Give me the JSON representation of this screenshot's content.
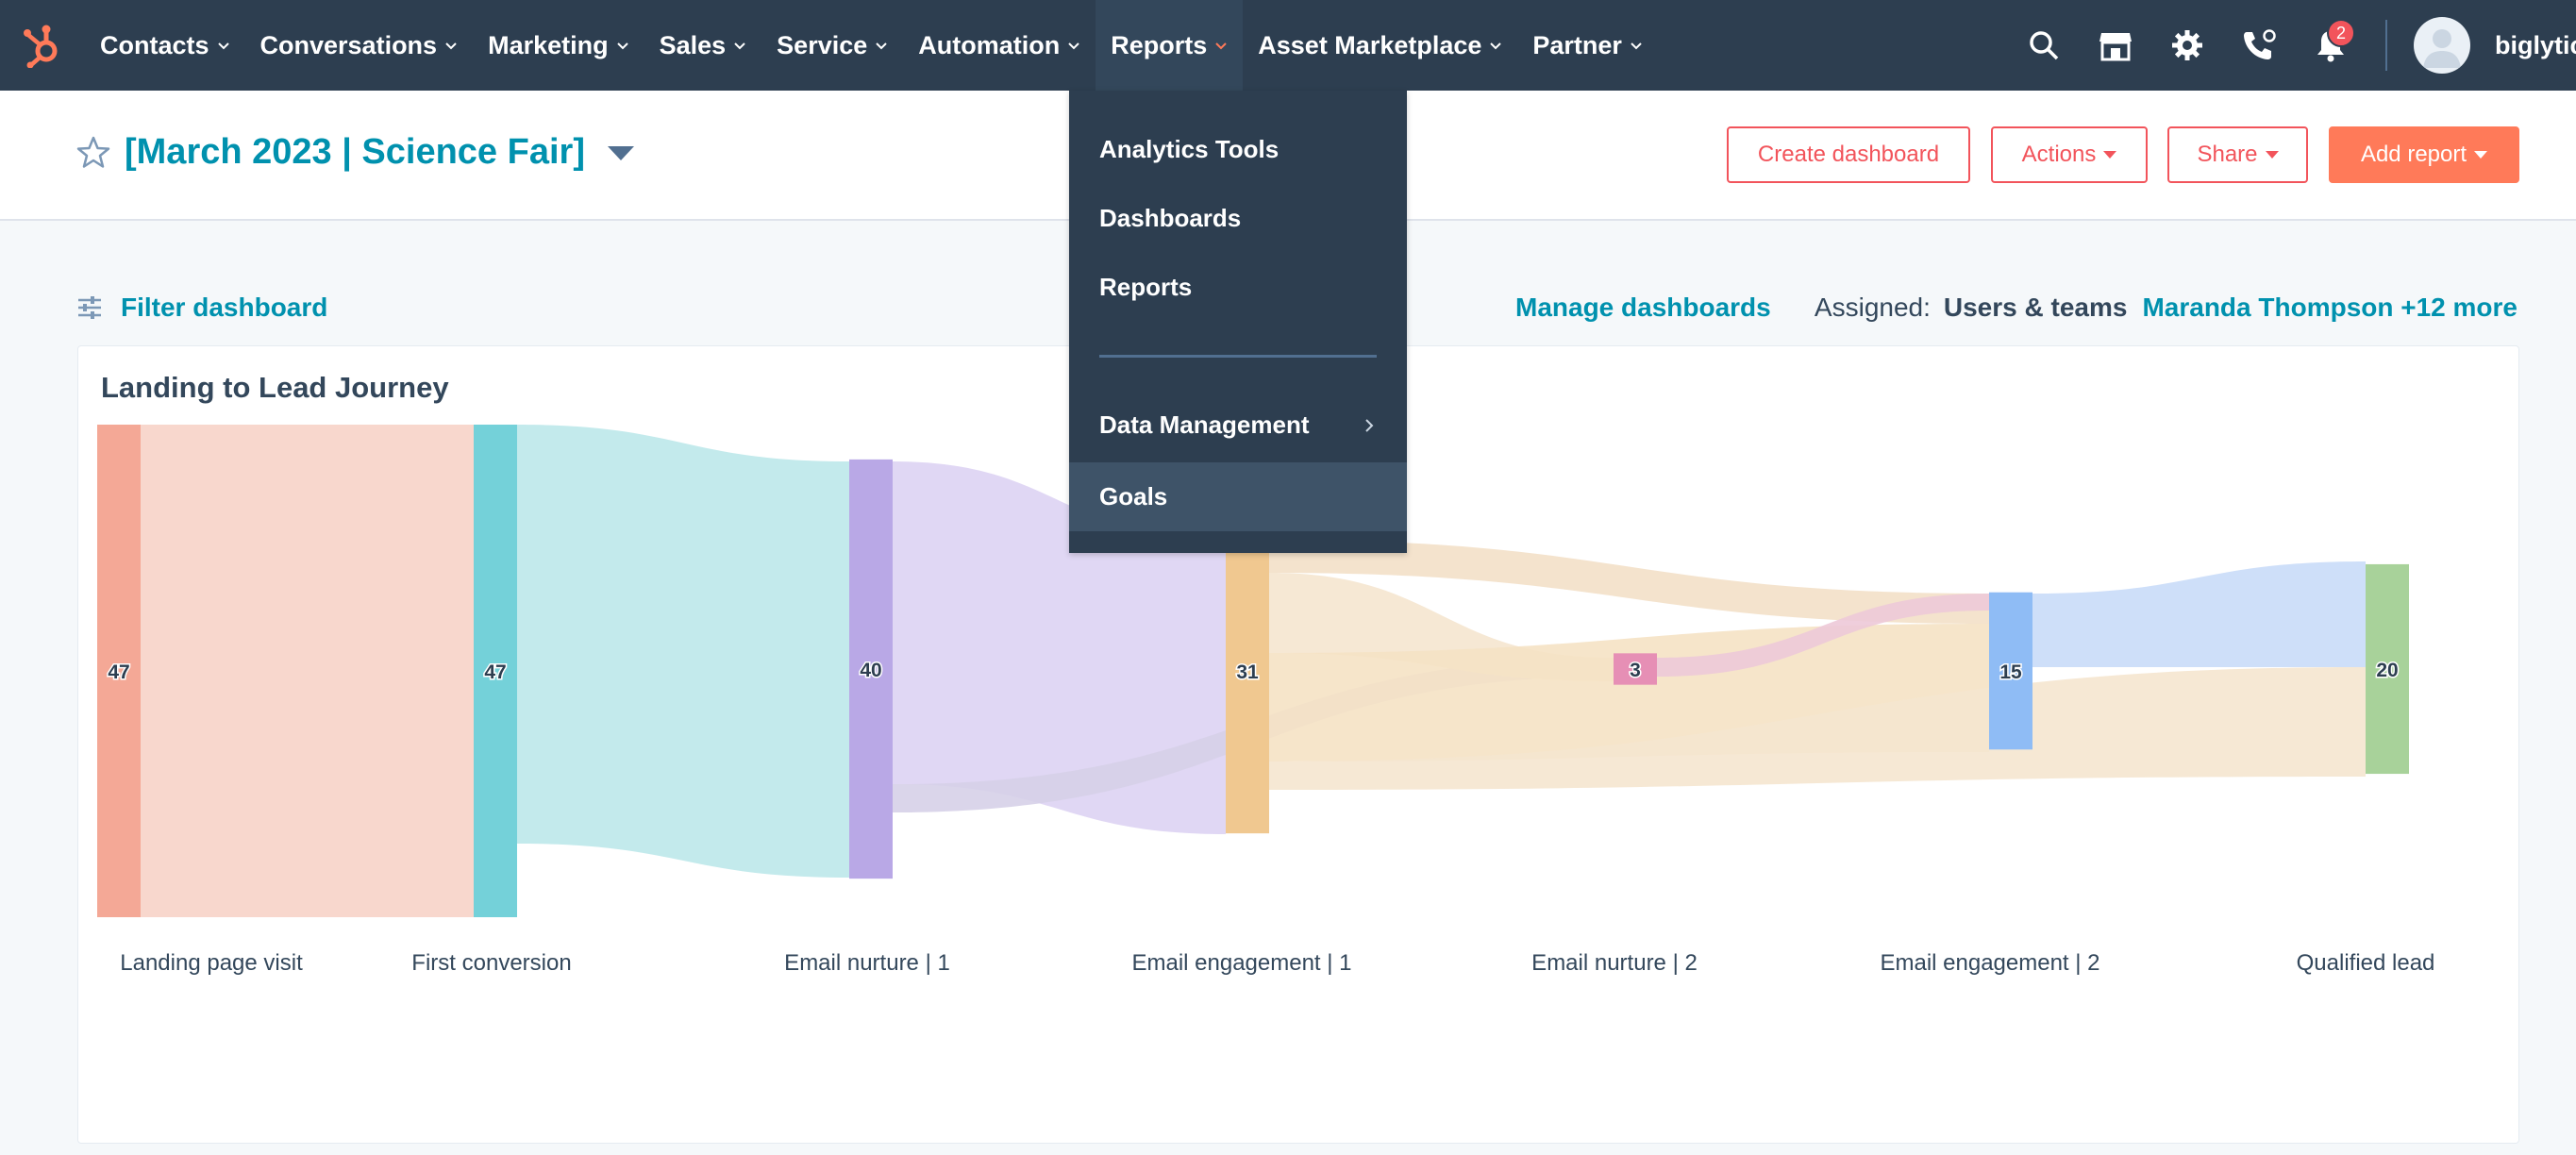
{
  "nav": {
    "logo_icon": "hubspot-sprocket-icon",
    "items": [
      {
        "label": "Contacts"
      },
      {
        "label": "Conversations"
      },
      {
        "label": "Marketing"
      },
      {
        "label": "Sales"
      },
      {
        "label": "Service"
      },
      {
        "label": "Automation"
      },
      {
        "label": "Reports"
      },
      {
        "label": "Asset Marketplace"
      },
      {
        "label": "Partner"
      }
    ],
    "active": "Reports",
    "notifications_count": "2",
    "account_name": "biglytics"
  },
  "header": {
    "dashboard_title": "[March 2023 | Science Fair]",
    "buttons": {
      "create": "Create dashboard",
      "actions": "Actions",
      "share": "Share",
      "add_report": "Add report"
    }
  },
  "filter_row": {
    "filter_label": "Filter dashboard",
    "manage_label": "Manage dashboards",
    "assigned_label": "Assigned:",
    "assigned_value": "Users & teams",
    "assigned_link": "Maranda Thompson +12 more"
  },
  "reports_menu": {
    "items": [
      {
        "label": "Analytics Tools"
      },
      {
        "label": "Dashboards"
      },
      {
        "label": "Reports"
      },
      {
        "label": "Data Management"
      },
      {
        "label": "Goals"
      }
    ],
    "hovered": "Goals"
  },
  "card": {
    "title": "Landing to Lead Journey"
  },
  "chart_data": {
    "type": "sankey",
    "title": "Landing to Lead Journey",
    "stages": [
      {
        "label": "Landing page visit",
        "value": 47,
        "color": "#f4a896"
      },
      {
        "label": "First conversion",
        "value": 47,
        "color": "#74d1d9"
      },
      {
        "label": "Email nurture | 1",
        "value": 40,
        "color": "#b9a8e6"
      },
      {
        "label": "Email engagement | 1",
        "value": 31,
        "color": "#f0c890"
      },
      {
        "label": "Email nurture | 2",
        "value": 3,
        "color": "#e68fb5"
      },
      {
        "label": "Email engagement | 2",
        "value": 15,
        "color": "#8fbcf5"
      },
      {
        "label": "Qualified lead",
        "value": 20,
        "color": "#a8d29a"
      }
    ]
  }
}
